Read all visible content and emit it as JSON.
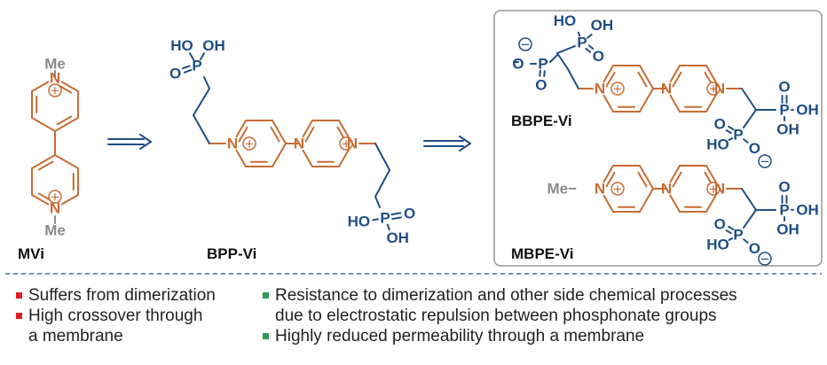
{
  "colors": {
    "ring": "#c86c34",
    "phosphonate": "#1f4e86",
    "methyl": "#8a8a8a",
    "bad_bullet": "#e02020",
    "good_bullet": "#2e9a56",
    "divider": "#3a6fb0"
  },
  "atoms": {
    "n": "N",
    "p": "P",
    "o": "O",
    "ho": "HO",
    "oh": "OH",
    "me": "Me",
    "plus": "+",
    "minus": "−",
    "me_bond": "Me−"
  },
  "compounds": [
    {
      "label": "MVi"
    },
    {
      "label": "BPP-Vi"
    },
    {
      "label": "BBPE-Vi"
    },
    {
      "label": "MBPE-Vi"
    }
  ],
  "left_bullets": [
    "Suffers from dimerization",
    "High crossover through",
    "a membrane"
  ],
  "right_bullets": [
    "Resistance to dimerization and other side chemical processes",
    "due to electrostatic repulsion between phosphonate groups",
    "Highly reduced permeability through a membrane"
  ]
}
